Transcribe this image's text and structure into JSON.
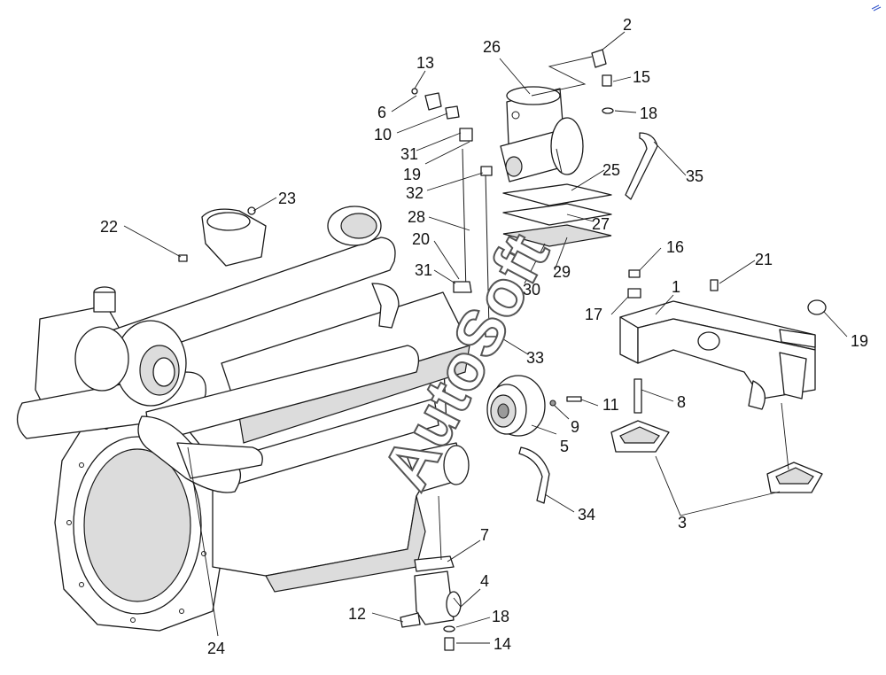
{
  "watermark": "AutoSoft",
  "corner_mark": "",
  "callouts": [
    {
      "id": "c1",
      "text": "1"
    },
    {
      "id": "c2",
      "text": "2"
    },
    {
      "id": "c3",
      "text": "3"
    },
    {
      "id": "c4",
      "text": "4"
    },
    {
      "id": "c5",
      "text": "5"
    },
    {
      "id": "c6",
      "text": "6"
    },
    {
      "id": "c7",
      "text": "7"
    },
    {
      "id": "c8",
      "text": "8"
    },
    {
      "id": "c9",
      "text": "9"
    },
    {
      "id": "c10",
      "text": "10"
    },
    {
      "id": "c11",
      "text": "11"
    },
    {
      "id": "c12",
      "text": "12"
    },
    {
      "id": "c13",
      "text": "13"
    },
    {
      "id": "c14",
      "text": "14"
    },
    {
      "id": "c15",
      "text": "15"
    },
    {
      "id": "c16",
      "text": "16"
    },
    {
      "id": "c17",
      "text": "17"
    },
    {
      "id": "c18a",
      "text": "18"
    },
    {
      "id": "c18b",
      "text": "18"
    },
    {
      "id": "c19a",
      "text": "19"
    },
    {
      "id": "c19b",
      "text": "19"
    },
    {
      "id": "c20",
      "text": "20"
    },
    {
      "id": "c21",
      "text": "21"
    },
    {
      "id": "c22",
      "text": "22"
    },
    {
      "id": "c23",
      "text": "23"
    },
    {
      "id": "c24",
      "text": "24"
    },
    {
      "id": "c25",
      "text": "25"
    },
    {
      "id": "c26",
      "text": "26"
    },
    {
      "id": "c27",
      "text": "27"
    },
    {
      "id": "c28",
      "text": "28"
    },
    {
      "id": "c29",
      "text": "29"
    },
    {
      "id": "c30",
      "text": "30"
    },
    {
      "id": "c31a",
      "text": "31"
    },
    {
      "id": "c31b",
      "text": "31"
    },
    {
      "id": "c32",
      "text": "32"
    },
    {
      "id": "c33",
      "text": "33"
    },
    {
      "id": "c34",
      "text": "34"
    },
    {
      "id": "c35",
      "text": "35"
    }
  ]
}
